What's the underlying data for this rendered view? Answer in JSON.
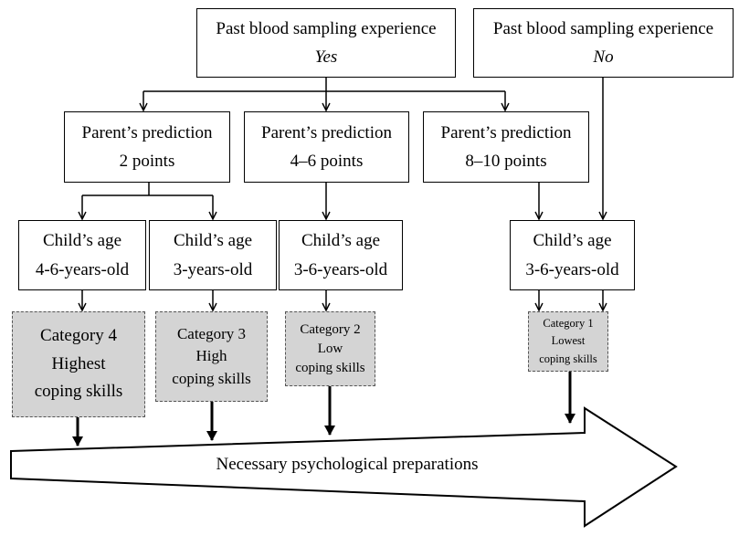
{
  "top_boxes": [
    {
      "title": "Past blood sampling experience",
      "answer": "Yes"
    },
    {
      "title": "Past blood sampling experience",
      "answer": "No"
    }
  ],
  "predictions": [
    {
      "title": "Parent’s prediction",
      "value": "2 points"
    },
    {
      "title": "Parent’s prediction",
      "value": "4–6 points"
    },
    {
      "title": "Parent’s prediction",
      "value": "8–10 points"
    }
  ],
  "ages": [
    {
      "title": "Child’s age",
      "value": "4-6-years-old"
    },
    {
      "title": "Child’s age",
      "value": "3-years-old"
    },
    {
      "title": "Child’s age",
      "value": "3-6-years-old"
    },
    {
      "title": "Child’s age",
      "value": "3-6-years-old"
    }
  ],
  "categories": [
    {
      "name": "Category 4",
      "level": "Highest",
      "skill": "coping skills"
    },
    {
      "name": "Category 3",
      "level": "High",
      "skill": "coping skills"
    },
    {
      "name": "Category 2",
      "level": "Low",
      "skill": "coping skills"
    },
    {
      "name": "Category 1",
      "level": "Lowest",
      "skill": "coping skills"
    }
  ],
  "big_arrow_label": "Necessary psychological preparations",
  "colors": {
    "category_fill": "#d4d4d4",
    "category_border": "#555555",
    "line": "#000000"
  }
}
